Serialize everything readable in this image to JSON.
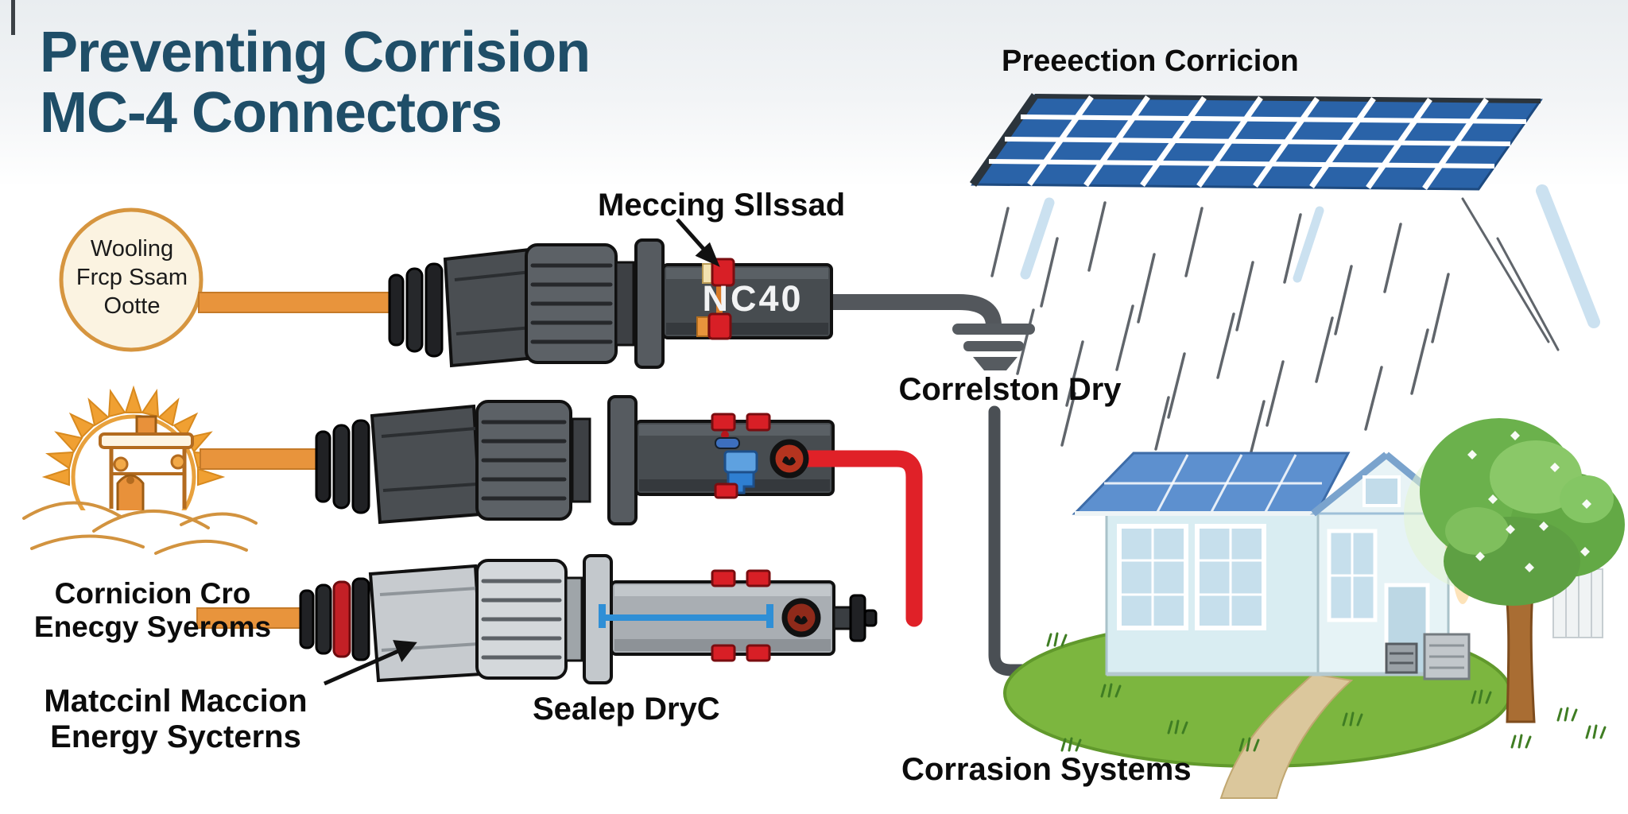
{
  "title": {
    "line1": "Preventing Corrision",
    "line2": "MC-4 Connectors"
  },
  "header": {
    "top_right_label": "Preeection Corricion"
  },
  "badge": {
    "line1": "Wooling",
    "line2": "Frcp Ssam",
    "line3": "Ootte"
  },
  "connector_labels": {
    "sealing": "Meccing Sllssad",
    "model": "NC40",
    "ground": "Correlston Dry",
    "sealed": "Sealep DryC"
  },
  "left_captions": {
    "first_line1": "Cornicion Cro",
    "first_line2": "Enecgy Syeroms",
    "second_line1": "Matccinl Maccion",
    "second_line2": "Energy Sycterns"
  },
  "footer": {
    "bottom_right_label": "Corrasion Systems"
  },
  "icons": [
    "sun-icon",
    "solar-panel-icon",
    "ground-symbol-icon",
    "house-icon",
    "tree-icon"
  ],
  "colors": {
    "title_blue": "#1f4e68",
    "label_black": "#0c0c0c",
    "cable_orange": "#e8943c",
    "wire_red": "#e02128",
    "wire_gray": "#53575c",
    "panel_blue": "#2a63a8",
    "lawn_green": "#7cb63f",
    "badge_border": "#d6953f",
    "badge_fill": "#fbf3e1",
    "clip_red": "#d81f26",
    "clip_blue": "#3d8fd4"
  }
}
